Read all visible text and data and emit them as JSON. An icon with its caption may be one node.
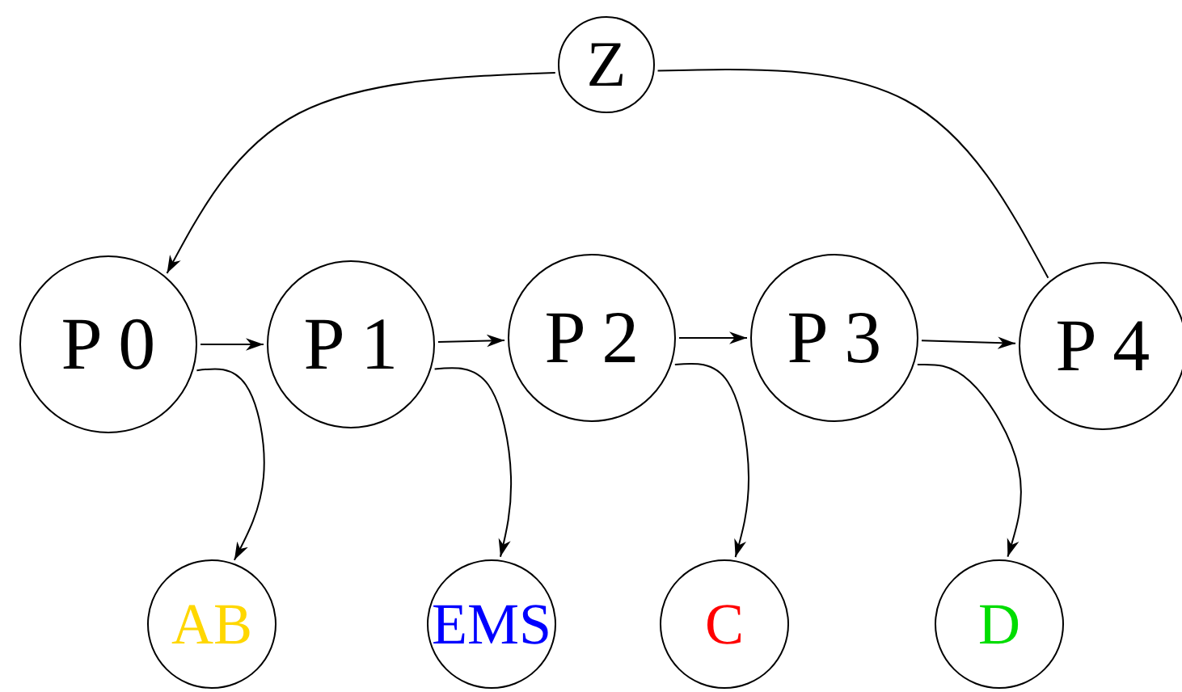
{
  "diagram": {
    "nodes": [
      {
        "text": [
          "Z"
        ]
      },
      {
        "text": [
          "P 0"
        ]
      },
      {
        "text": [
          "P 1"
        ]
      },
      {
        "text": [
          "P 2"
        ]
      },
      {
        "text": [
          "P 3"
        ]
      },
      {
        "text": [
          "P 4"
        ]
      },
      {
        "text": [
          "AB"
        ]
      },
      {
        "text": [
          "EMS"
        ]
      },
      {
        "text": [
          "C"
        ]
      },
      {
        "text": [
          "D"
        ]
      }
    ],
    "edges": [
      {
        "from": 5,
        "to": 0,
        "arrow": "none"
      },
      {
        "from": 0,
        "to": 1,
        "arrow": "to"
      },
      {
        "from": 1,
        "to": 2,
        "arrow": "to"
      },
      {
        "from": 2,
        "to": 3,
        "arrow": "to"
      },
      {
        "from": 3,
        "to": 4,
        "arrow": "to"
      },
      {
        "from": 4,
        "to": 5,
        "arrow": "to"
      },
      {
        "from": 1,
        "to": 6,
        "arrow": "to"
      },
      {
        "from": 2,
        "to": 7,
        "arrow": "to"
      },
      {
        "from": 3,
        "to": 8,
        "arrow": "to"
      },
      {
        "from": 4,
        "to": 9,
        "arrow": "to"
      }
    ]
  }
}
